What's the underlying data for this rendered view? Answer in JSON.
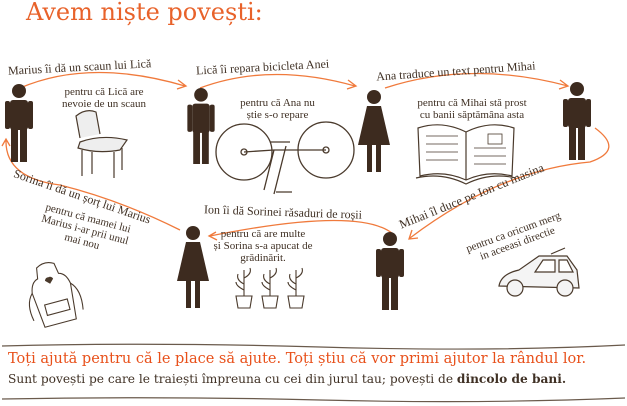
{
  "title": "Avem niște povești:",
  "stories": [
    {
      "label": "Marius îi dă un scaun lui Lică",
      "reason": [
        "pentru că Lică are",
        "nevoie de un scaun"
      ],
      "object": "chair-illustration"
    },
    {
      "label": "Lică îi repara bicicleta Anei",
      "reason": [
        "pentru că Ana nu",
        "știe s-o repare"
      ],
      "object": "bicycle-illustration"
    },
    {
      "label": "Ana traduce un text pentru Mihai",
      "reason": [
        "pentru că Mihai stă prost",
        "cu banii săptămâna asta"
      ],
      "object": "book-illustration"
    },
    {
      "label": "Mihai îl duce pe Ion cu masina",
      "reason": [
        "pentru ca oricum merg",
        "in aceeasi directie"
      ],
      "object": "car-illustration"
    },
    {
      "label": "Ion îi dă Sorinei răsaduri de roșii",
      "reason": [
        "pentru că are multe",
        "și Sorina s-a apucat de",
        "grădinărit."
      ],
      "object": "seedlings-illustration"
    },
    {
      "label": "Sorina îi dă un șorț lui Marius",
      "reason": [
        "pentru că mamei lui",
        "Marius i-ar prii unul",
        "mai nou"
      ],
      "object": "apron-illustration"
    }
  ],
  "footer": {
    "headline": "Toți ajută pentru că le place să ajute. Toți știu că vor primi ajutor la rândul lor.",
    "text": "Sunt povești pe care le traiești împreuna cu cei din jurul tau; povești de ",
    "text_bold": "dincolo de bani."
  },
  "colors": {
    "accent": "#e8622a",
    "figure": "#3d2b1f"
  }
}
